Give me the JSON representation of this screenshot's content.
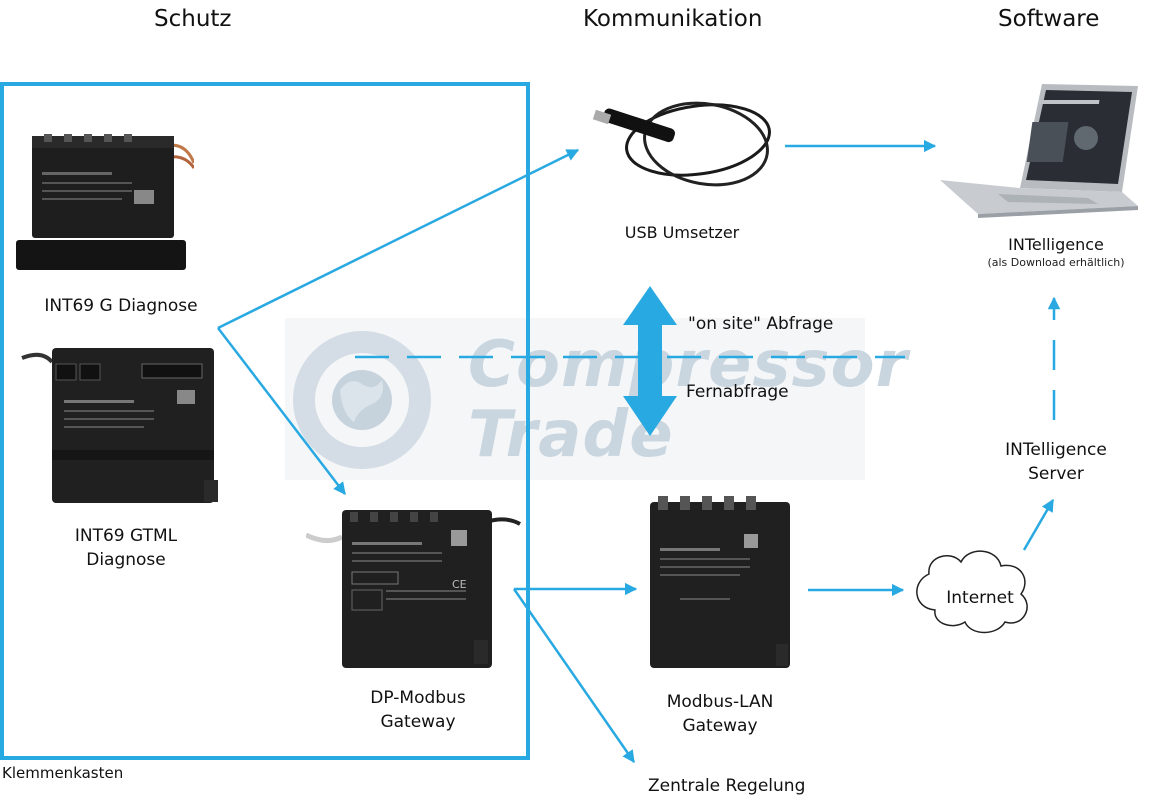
{
  "columns": {
    "protection": "Schutz",
    "communication": "Kommunikation",
    "software": "Software"
  },
  "box_label": "Klemmenkasten",
  "devices": {
    "int69g": "INT69 G Diagnose",
    "int69gtml_line1": "INT69 GTML",
    "int69gtml_line2": "Diagnose",
    "dp_line1": "DP-Modbus",
    "dp_line2": "Gateway",
    "usb": "USB Umsetzer",
    "modbus_lan_line1": "Modbus-LAN",
    "modbus_lan_line2": "Gateway"
  },
  "software": {
    "intelligence": "INTelligence",
    "download_note": "(als Download erhältlich)",
    "server_line1": "INTelligence",
    "server_line2": "Server",
    "internet": "Internet"
  },
  "arrows": {
    "onsite": "\"on site\" Abfrage",
    "remote": "Fernabfrage"
  },
  "central": "Zentrale Regelung",
  "watermark": {
    "line1": "Compressor",
    "line2": "Trade"
  },
  "colors": {
    "accent": "#29a9e1",
    "device": "#1e1e1e"
  }
}
